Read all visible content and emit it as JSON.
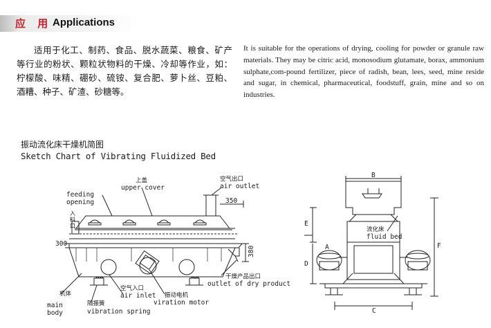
{
  "header": {
    "title_cn": "应 用",
    "title_en": "Applications"
  },
  "intro": {
    "cn": "适用于化工、制药、食品、脱水蔬菜、粮食、矿产等行业的粉状、颗粒状物料的干燥、冷却等作业，如：柠檬酸、味精、硼砂、硫铵、复合肥、萝卜丝、豆粕、酒糟、种子、矿渣、砂糖等。",
    "en": "It is suitable for the operations of drying, cooling for powder or granule raw materials. They may be citric acid, monosodium glutamate, borax, ammonium sulphate,com-pound fertilizer, piece of radish, bean, lees, seed, mine reside and sugar, in chemical, pharmaceutical, foodstuff, grain, mine and so on industries."
  },
  "sketch": {
    "title_cn": "振动流化床干燥机简图",
    "title_en": "Sketch Chart of Vibrating Fluidized Bed",
    "labels": {
      "feeding_opening_en": "feeding\nopening",
      "feed_cn": "入\n料\n口",
      "upper_cover_cn": "上盖",
      "upper_cover_en": "upper cover",
      "air_outlet_cn": "空气出口",
      "air_outlet_en": "air outlet",
      "dim_350": "350",
      "dim_300": "300",
      "dim_380": "380",
      "dry_outlet_cn": "干燥产品出口",
      "dry_outlet_en": "outlet of dry product",
      "main_body_cn": "机体",
      "main_body_en": "main\nbody",
      "vib_spring_cn": "隔振簧",
      "vib_spring_en": "vibration spring",
      "air_inlet_cn": "空气入口",
      "air_inlet_en": "air inlet",
      "vib_motor_cn": "振动电机",
      "vib_motor_en": "viration motor",
      "fluid_bed_cn": "流化床",
      "fluid_bed_en": "fluid bed",
      "dim_A": "A",
      "dim_B": "B",
      "dim_C": "C",
      "dim_D": "D",
      "dim_E": "E",
      "dim_F": "F"
    }
  },
  "colors": {
    "header_red": "#c8222a",
    "line": "#222222"
  }
}
